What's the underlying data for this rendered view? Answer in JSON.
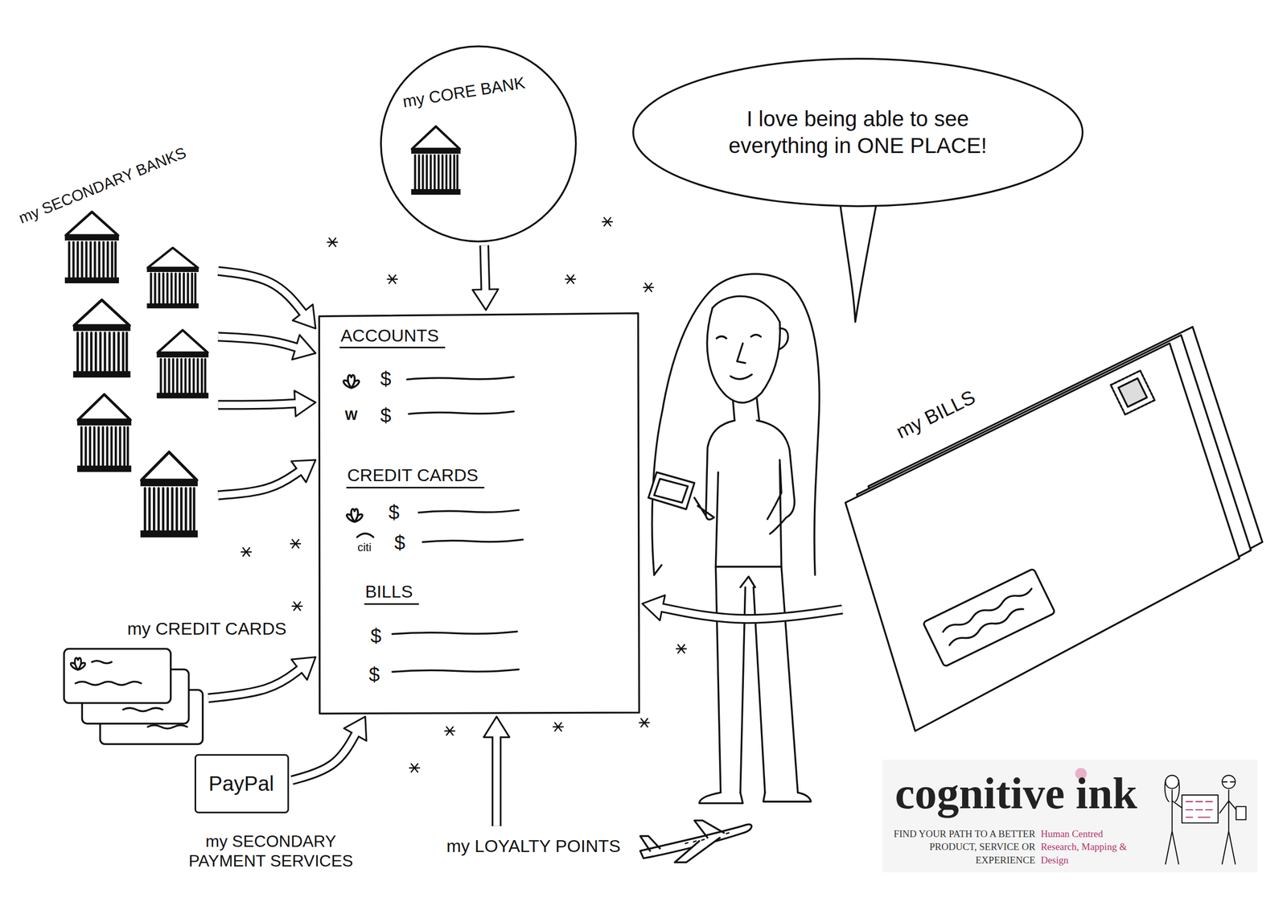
{
  "diagram": {
    "nodes": [
      {
        "text": [
          "my CORE BANK"
        ]
      },
      {
        "text": [
          "I love being able to see everything in ONE PLACE!"
        ]
      },
      {
        "text": [
          "my SECONDARY BANKS"
        ]
      },
      {
        "text": [
          "ACCOUNTS",
          "$",
          "W",
          "$",
          "CREDIT CARDS",
          "$",
          "citi",
          "$",
          "BILLS",
          "$",
          "$"
        ]
      },
      {
        "text": [
          "my BILLS"
        ]
      },
      {
        "text": [
          "my CREDIT CARDS"
        ]
      },
      {
        "text": [
          "PayPal",
          "my SECONDARY PAYMENT SERVICES"
        ]
      },
      {
        "text": [
          "my LOYALTY POINTS"
        ]
      }
    ],
    "edges": [
      {
        "from": 2,
        "to": 3,
        "arrow": "to"
      },
      {
        "from": 2,
        "to": 3,
        "arrow": "to"
      },
      {
        "from": 2,
        "to": 3,
        "arrow": "to"
      },
      {
        "from": 2,
        "to": 3,
        "arrow": "to"
      },
      {
        "from": 0,
        "to": 3,
        "arrow": "to"
      },
      {
        "from": 5,
        "to": 3,
        "arrow": "to"
      },
      {
        "from": 6,
        "to": 3,
        "arrow": "to"
      },
      {
        "from": 7,
        "to": 3,
        "arrow": "to"
      },
      {
        "from": 4,
        "to": 3,
        "arrow": "to"
      }
    ],
    "labels": [
      "cognitive ink",
      "FIND YOUR PATH TO A BETTER PRODUCT, SERVICE OR EXPERIENCE",
      "Human Centred Research, Mapping & Design"
    ]
  }
}
